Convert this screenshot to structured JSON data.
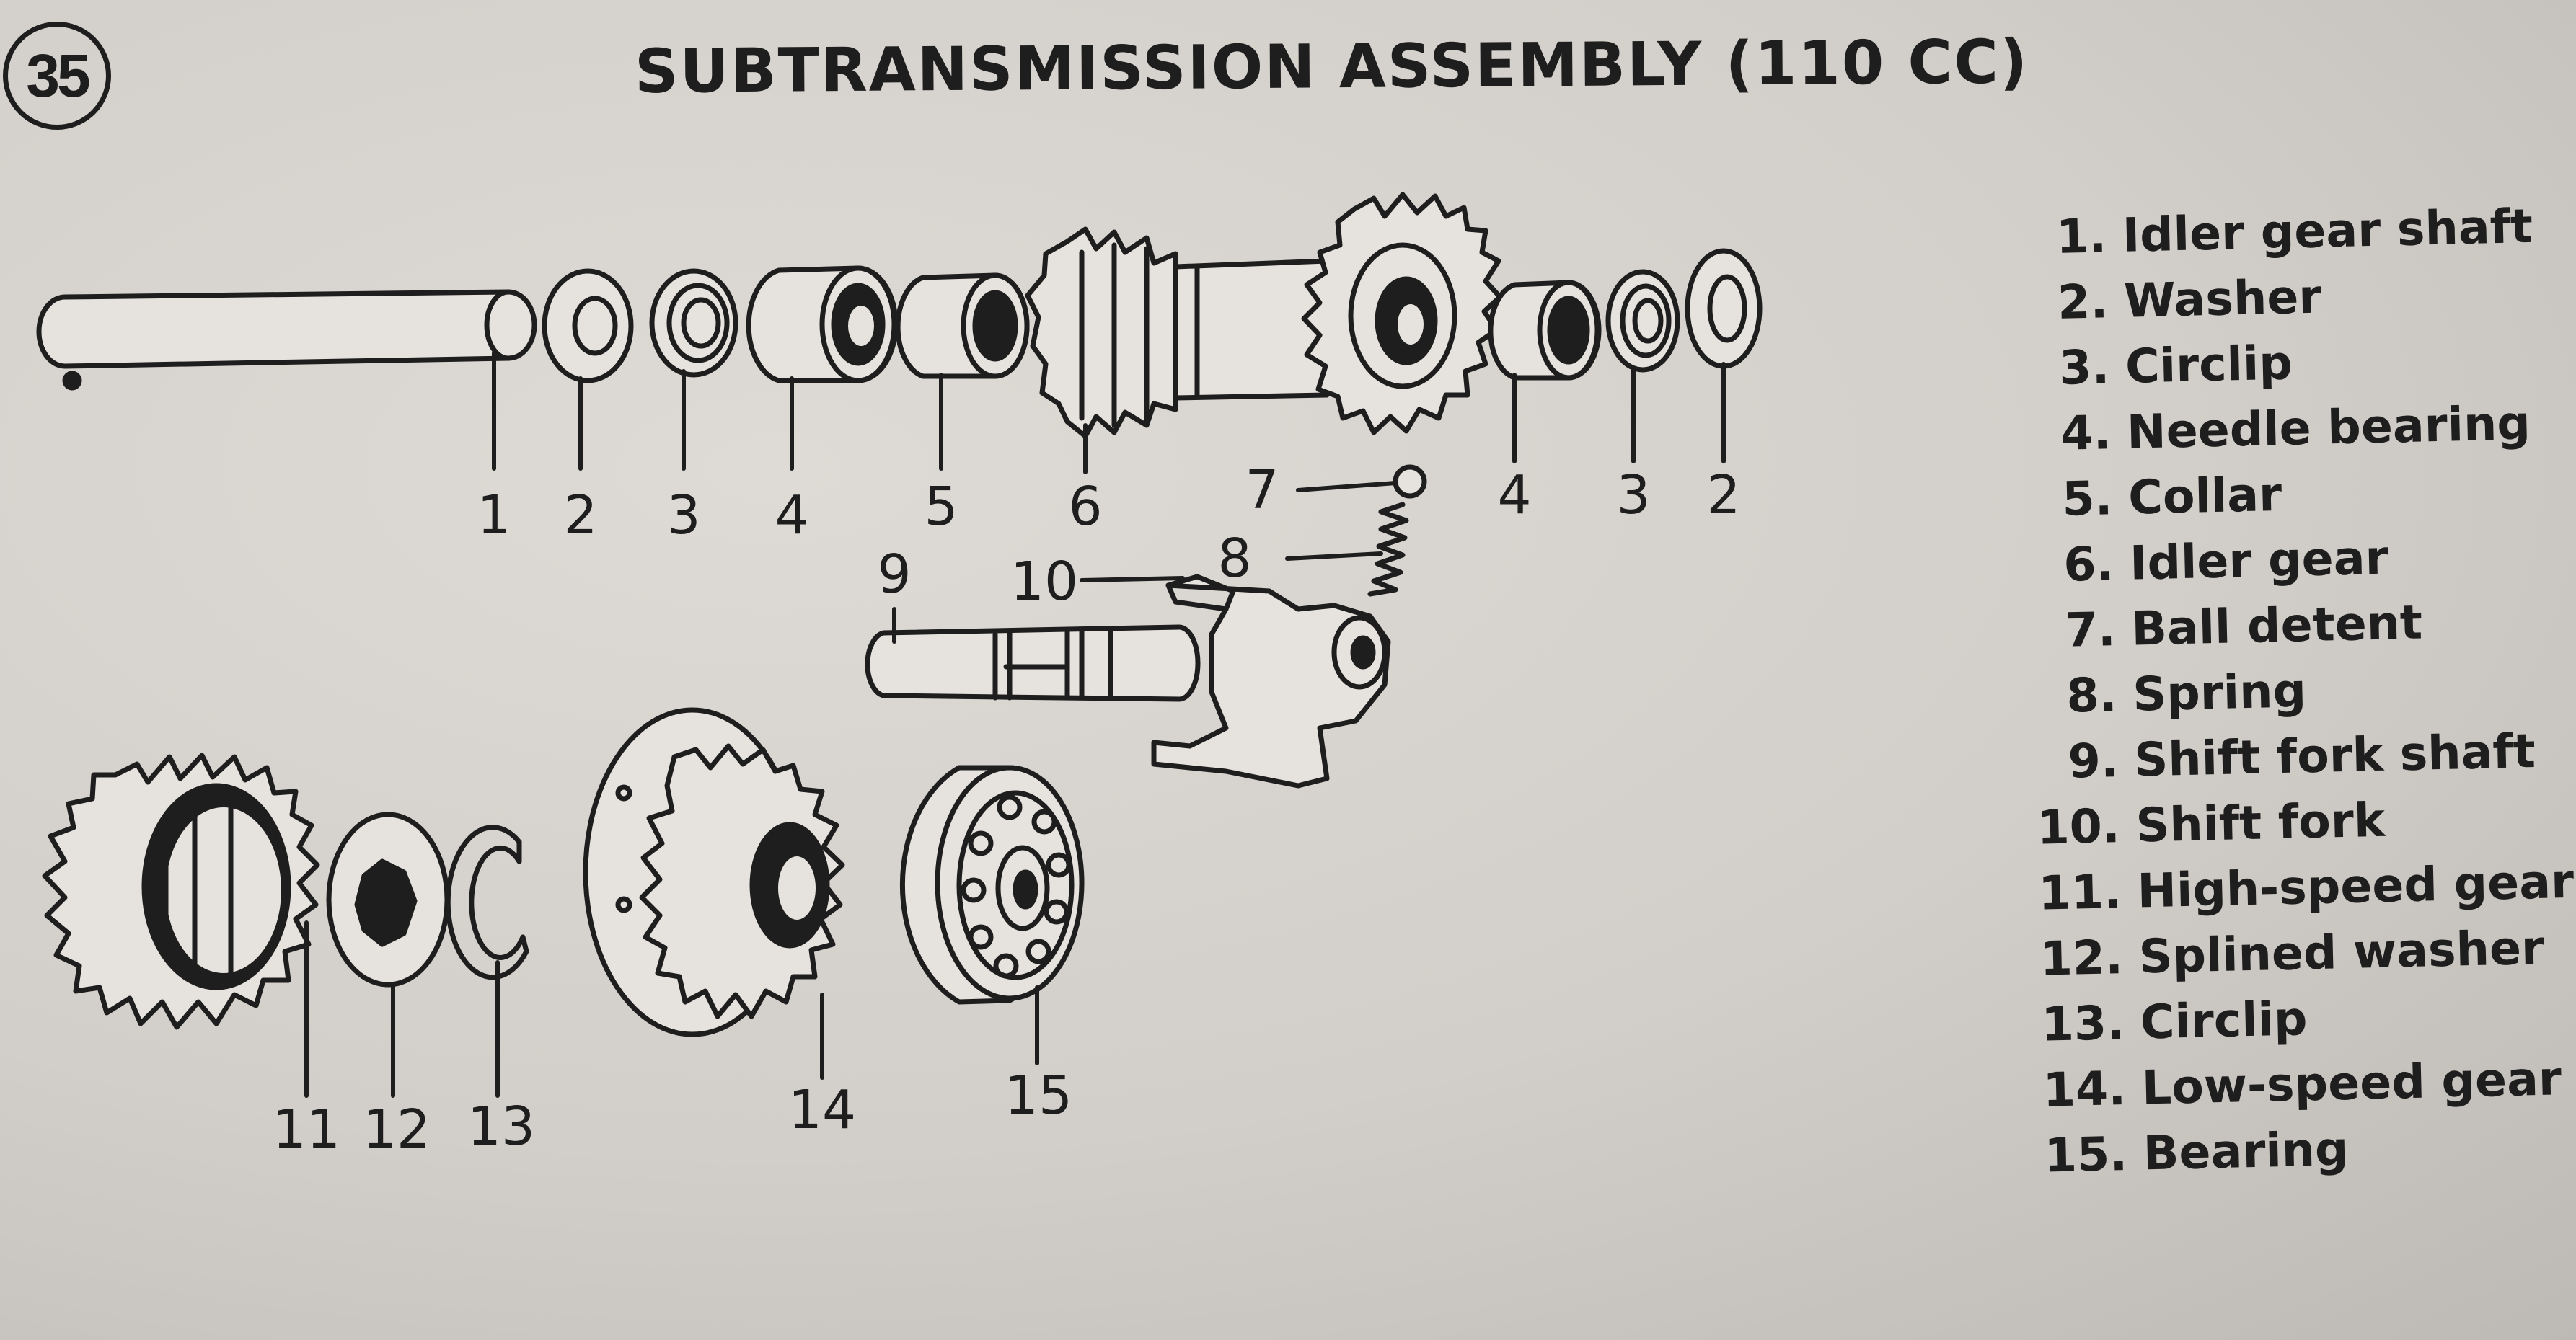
{
  "figure_number": "35",
  "title": "SUBTRANSMISSION ASSEMBLY (110 CC)",
  "callouts": {
    "c1": "1",
    "c2": "2",
    "c3": "3",
    "c4": "4",
    "c5": "5",
    "c6": "6",
    "c4b": "4",
    "c3b": "3",
    "c2b": "2",
    "c7": "7",
    "c8": "8",
    "c9": "9",
    "c10": "10",
    "c11": "11",
    "c12": "12",
    "c13": "13",
    "c14": "14",
    "c15": "15"
  },
  "legend": [
    {
      "num": "1.",
      "label": "Idler gear shaft"
    },
    {
      "num": "2.",
      "label": "Washer"
    },
    {
      "num": "3.",
      "label": "Circlip"
    },
    {
      "num": "4.",
      "label": "Needle bearing"
    },
    {
      "num": "5.",
      "label": "Collar"
    },
    {
      "num": "6.",
      "label": "Idler gear"
    },
    {
      "num": "7.",
      "label": "Ball detent"
    },
    {
      "num": "8.",
      "label": "Spring"
    },
    {
      "num": "9.",
      "label": "Shift fork shaft"
    },
    {
      "num": "10.",
      "label": "Shift fork"
    },
    {
      "num": "11.",
      "label": "High-speed gear"
    },
    {
      "num": "12.",
      "label": "Splined washer"
    },
    {
      "num": "13.",
      "label": "Circlip"
    },
    {
      "num": "14.",
      "label": "Low-speed gear"
    },
    {
      "num": "15.",
      "label": "Bearing"
    }
  ]
}
